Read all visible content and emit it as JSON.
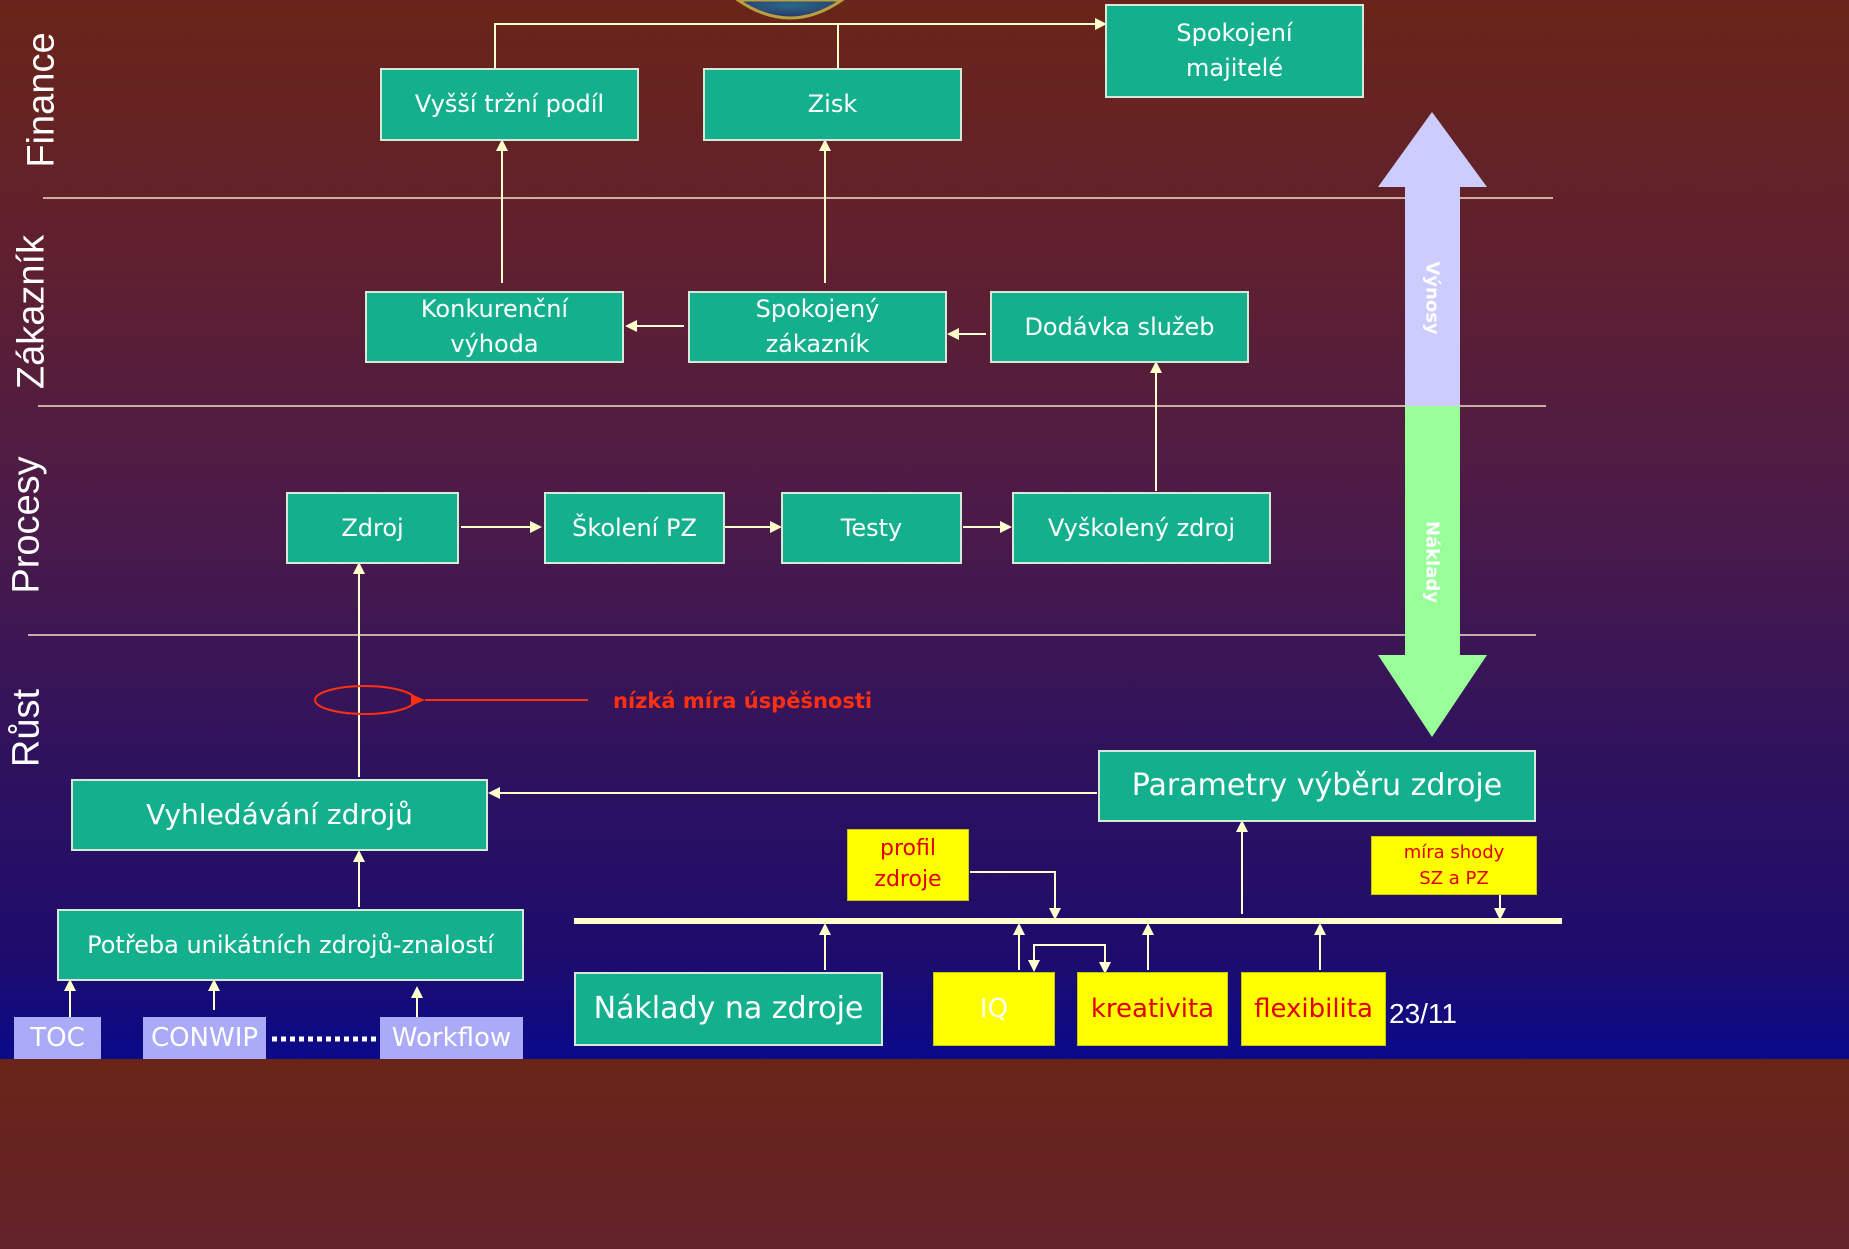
{
  "lanes": {
    "finance": "Finance",
    "customer": "Zákazník",
    "processes": "Procesy",
    "growth": "Růst"
  },
  "nodes": {
    "owners_satisfied": "Spokojení majitelé",
    "market_share": "Vyšší tržní podíl",
    "profit": "Zisk",
    "competitive_advantage": "Konkurenční výhoda",
    "satisfied_customer": "Spokojený zákazník",
    "service_delivery": "Dodávka služeb",
    "source": "Zdroj",
    "training": "Školení PZ",
    "tests": "Testy",
    "trained_source": "Vyškolený zdroj",
    "source_search": "Vyhledávání zdrojů",
    "selection_parameters": "Parametry výběru zdroje",
    "unique_need": "Potřeba unikátních zdrojů-znalostí",
    "source_costs": "Náklady na zdroje",
    "source_profile": "profil zdroje",
    "match_rate": "míra shody SZ a PZ",
    "iq": "IQ",
    "creativity": "kreativita",
    "flexibility": "flexibilita",
    "toc": "TOC",
    "conwip": "CONWIP",
    "workflow": "Workflow"
  },
  "annotation": "nízká míra úspěšnosti",
  "big_arrow": {
    "top_label": "Výnosy",
    "bottom_label": "Náklady",
    "top_color": "#ccccff",
    "bottom_color": "#99ff99"
  },
  "page_number": "23/11",
  "colors": {
    "box_fill": "#14b08e",
    "highlight_fill": "#ffff00",
    "method_fill": "#aaaaf8",
    "connector": "#ffffcc",
    "annotation": "#ff3010"
  }
}
